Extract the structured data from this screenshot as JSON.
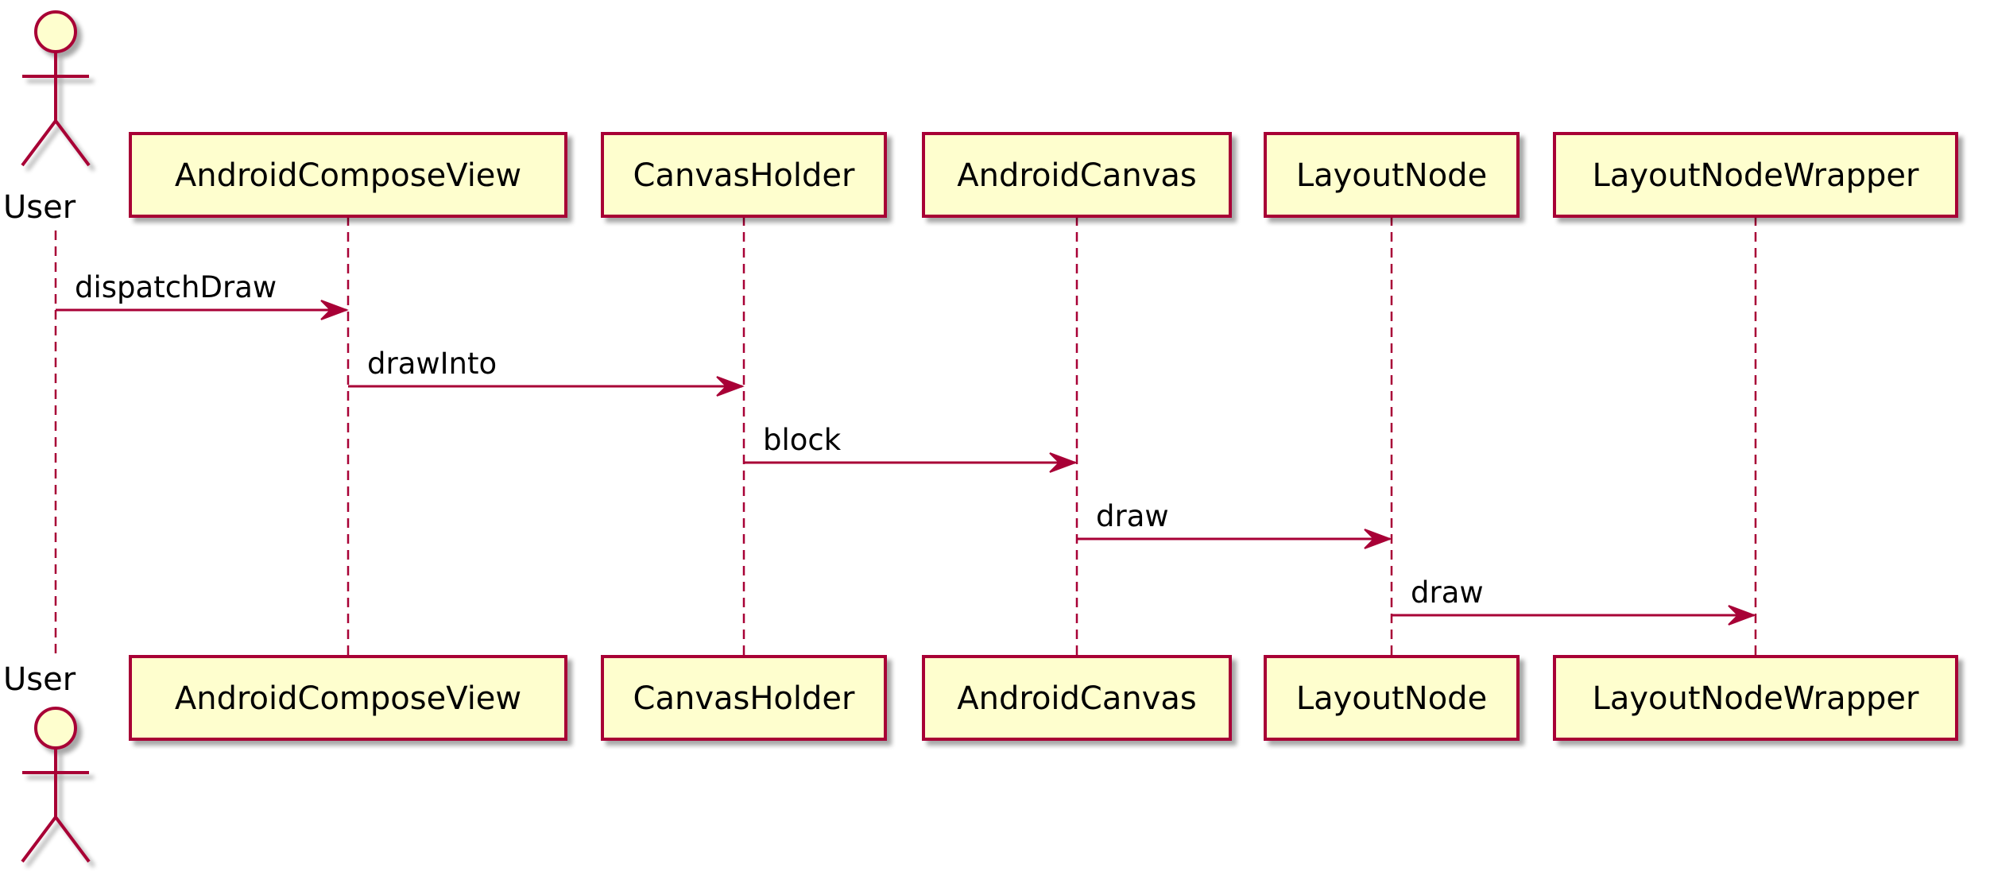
{
  "colors": {
    "line": "#A80036",
    "box_fill": "#FEFECE",
    "box_border": "#A80036",
    "text": "#000000",
    "shadow": "#c8c8c8"
  },
  "actor": {
    "name": "User",
    "icon": "stick-figure-actor-icon"
  },
  "participants": [
    {
      "id": "android-compose-view",
      "label": "AndroidComposeView"
    },
    {
      "id": "canvas-holder",
      "label": "CanvasHolder"
    },
    {
      "id": "android-canvas",
      "label": "AndroidCanvas"
    },
    {
      "id": "layout-node",
      "label": "LayoutNode"
    },
    {
      "id": "layout-node-wrapper",
      "label": "LayoutNodeWrapper"
    }
  ],
  "messages": [
    {
      "from": 0,
      "to": 1,
      "label": "dispatchDraw"
    },
    {
      "from": 1,
      "to": 2,
      "label": "drawInto"
    },
    {
      "from": 2,
      "to": 3,
      "label": "block"
    },
    {
      "from": 3,
      "to": 4,
      "label": "draw"
    },
    {
      "from": 4,
      "to": 5,
      "label": "draw"
    }
  ]
}
